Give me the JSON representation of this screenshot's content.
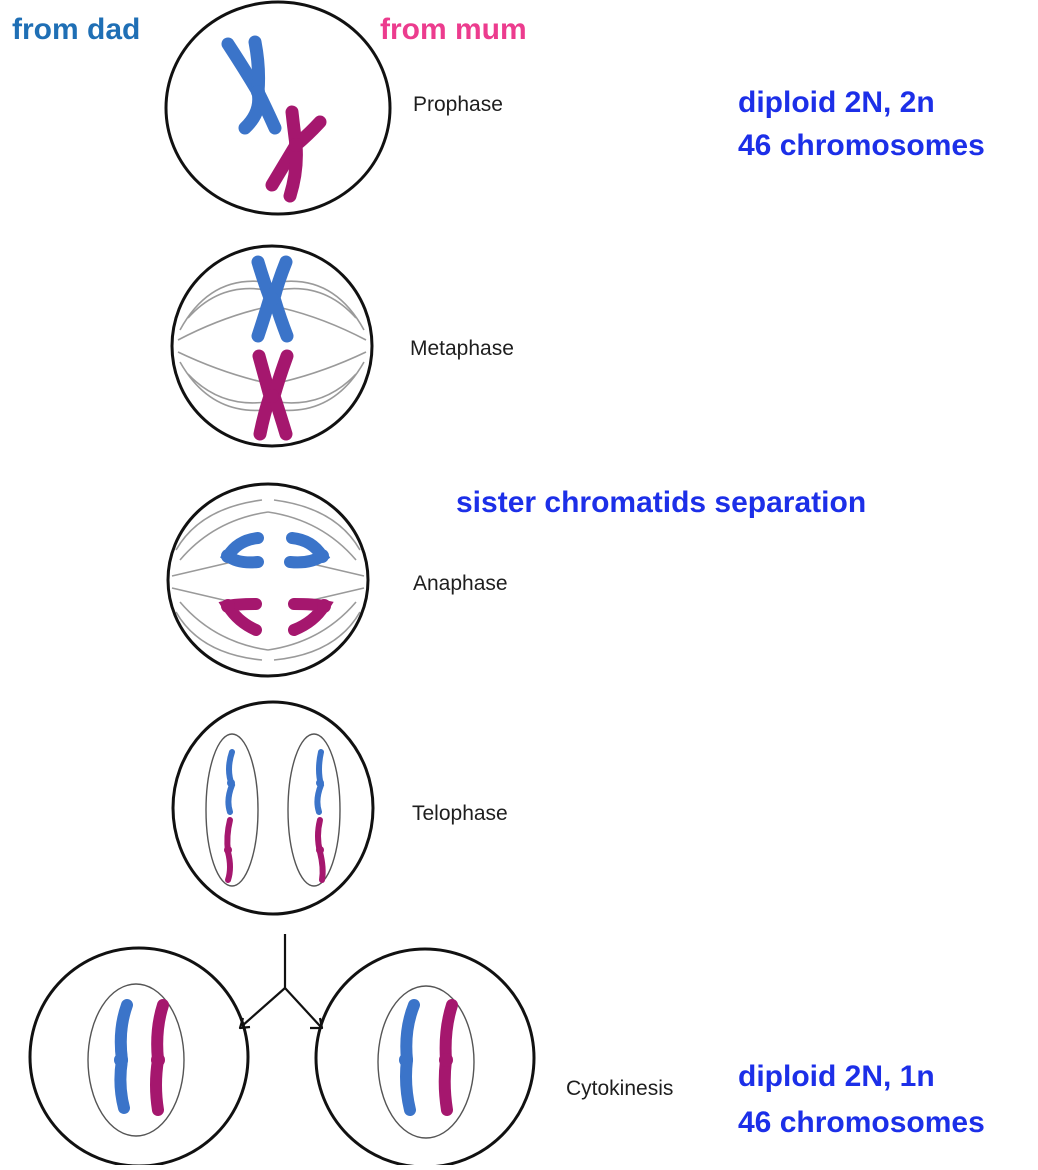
{
  "legend": {
    "dad_label": "from dad",
    "mum_label": "from mum"
  },
  "phases": {
    "prophase": "Prophase",
    "metaphase": "Metaphase",
    "anaphase": "Anaphase",
    "telophase": "Telophase",
    "cytokinesis": "Cytokinesis"
  },
  "notes": {
    "start_line1": "diploid 2N, 2n",
    "start_line2": "46 chromosomes",
    "anaphase_note": "sister chromatids separation",
    "end_line1": "diploid 2N, 1n",
    "end_line2": "46 chromosomes"
  },
  "colors": {
    "dad": "#3B74C9",
    "mum": "#A5176E",
    "dad_label": "#1F6FB5",
    "mum_label": "#EC3C8E",
    "note": "#1C2FE8",
    "outline": "#111111",
    "spindle": "#9a9a9a"
  }
}
